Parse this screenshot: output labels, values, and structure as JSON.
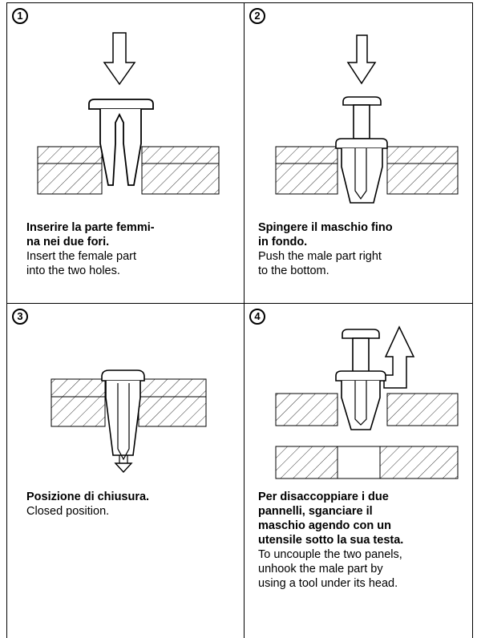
{
  "steps": [
    {
      "number": "1",
      "caption_it": "Inserire la parte femmi-\nna nei due fori.",
      "caption_en": "Insert the female part\ninto the two holes."
    },
    {
      "number": "2",
      "caption_it": "Spingere il maschio fino\nin fondo.",
      "caption_en": "Push the male part right\nto the bottom."
    },
    {
      "number": "3",
      "caption_it": "Posizione di chiusura.",
      "caption_en": "Closed position."
    },
    {
      "number": "4",
      "caption_it": "Per disaccoppiare i due\npannelli, sganciare il\nmaschio agendo con un\nutensile sotto la sua testa.",
      "caption_en": "To uncouple the two panels,\nunhook the male part by\nusing a tool under its head."
    }
  ]
}
